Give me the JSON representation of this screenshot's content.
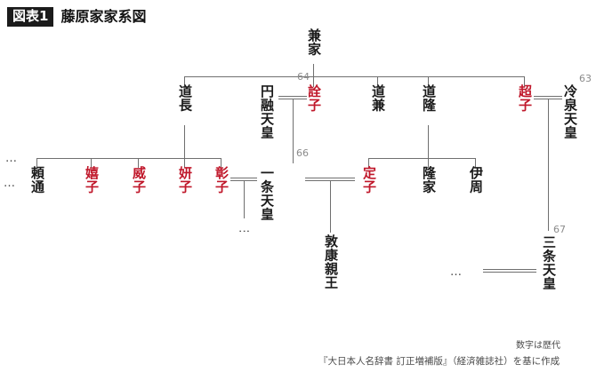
{
  "header": {
    "badge": "図表1",
    "title": "藤原家家系図"
  },
  "nodes": {
    "kaneie": {
      "label": "兼家",
      "color": "black"
    },
    "michinaga": {
      "label": "道長",
      "color": "black"
    },
    "enyu": {
      "label": "円融天皇",
      "color": "black"
    },
    "senshi": {
      "label": "詮子",
      "color": "red"
    },
    "michikane": {
      "label": "道兼",
      "color": "black"
    },
    "michitaka": {
      "label": "道隆",
      "color": "black"
    },
    "choshi": {
      "label": "超子",
      "color": "red"
    },
    "reizei": {
      "label": "冷泉天皇",
      "color": "black"
    },
    "yorimichi": {
      "label": "頼通",
      "color": "black"
    },
    "kishi": {
      "label": "嬉子",
      "color": "red"
    },
    "ishi": {
      "label": "威子",
      "color": "red"
    },
    "kenshi": {
      "label": "妍子",
      "color": "red"
    },
    "shoshi": {
      "label": "彰子",
      "color": "red"
    },
    "ichijo": {
      "label": "一条天皇",
      "color": "black"
    },
    "teishi": {
      "label": "定子",
      "color": "red"
    },
    "takaie": {
      "label": "隆家",
      "color": "black"
    },
    "korechika": {
      "label": "伊周",
      "color": "black"
    },
    "atsuyasu": {
      "label": "敦康親王",
      "color": "black"
    },
    "sanjo": {
      "label": "三条天皇",
      "color": "black"
    }
  },
  "numbers": {
    "enyu": "64",
    "ichijo": "66",
    "reizei": "63",
    "sanjo": "67"
  },
  "ellipses": {
    "left_row3": "…",
    "under_ichijo": "⋮",
    "before_sanjo": "…"
  },
  "footer": {
    "note": "数字は歴代",
    "source": "『大日本人名辞書 訂正増補版』（経済雑誌社）を基に作成"
  },
  "colors": {
    "red": "#c0182b",
    "black": "#1a1a1a",
    "line": "#6f6f6f",
    "number": "#8b8b8b",
    "badge_bg": "#1b1b1b"
  }
}
